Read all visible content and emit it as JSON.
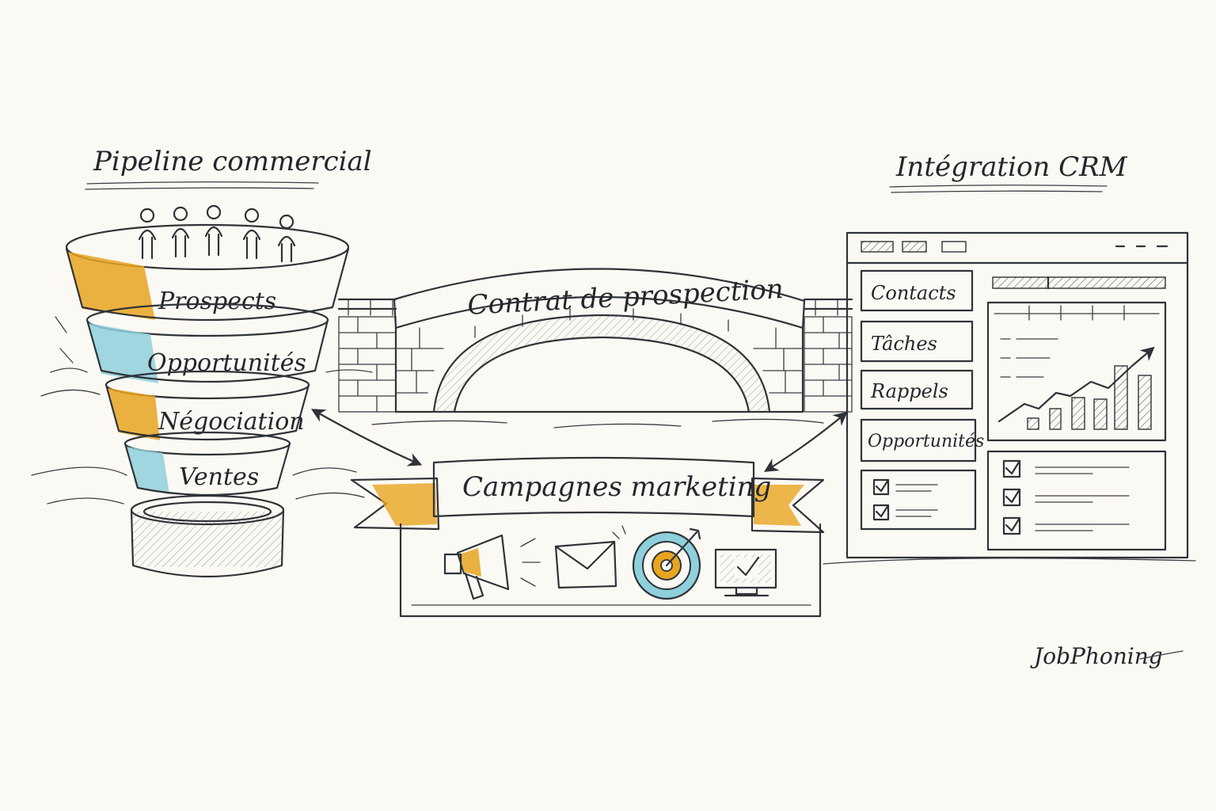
{
  "diagram": {
    "pipeline": {
      "title": "Pipeline commercial",
      "stages": [
        "Prospects",
        "Opportunités",
        "Négociation",
        "Ventes"
      ]
    },
    "bridge": {
      "label": "Contrat de prospection"
    },
    "crm": {
      "title": "Intégration CRM",
      "menu": [
        "Contacts",
        "Tâches",
        "Rappels",
        "Opportunités"
      ]
    },
    "campaigns": {
      "label": "Campagnes marketing",
      "icons": [
        "megaphone-icon",
        "envelope-icon",
        "target-icon",
        "monitor-check-icon"
      ]
    },
    "brand": "JobPhoning",
    "colors": {
      "ink": "#2f3338",
      "orange": "#e8a520",
      "blue": "#8fd0dc",
      "paper": "#fbf9f3"
    }
  }
}
